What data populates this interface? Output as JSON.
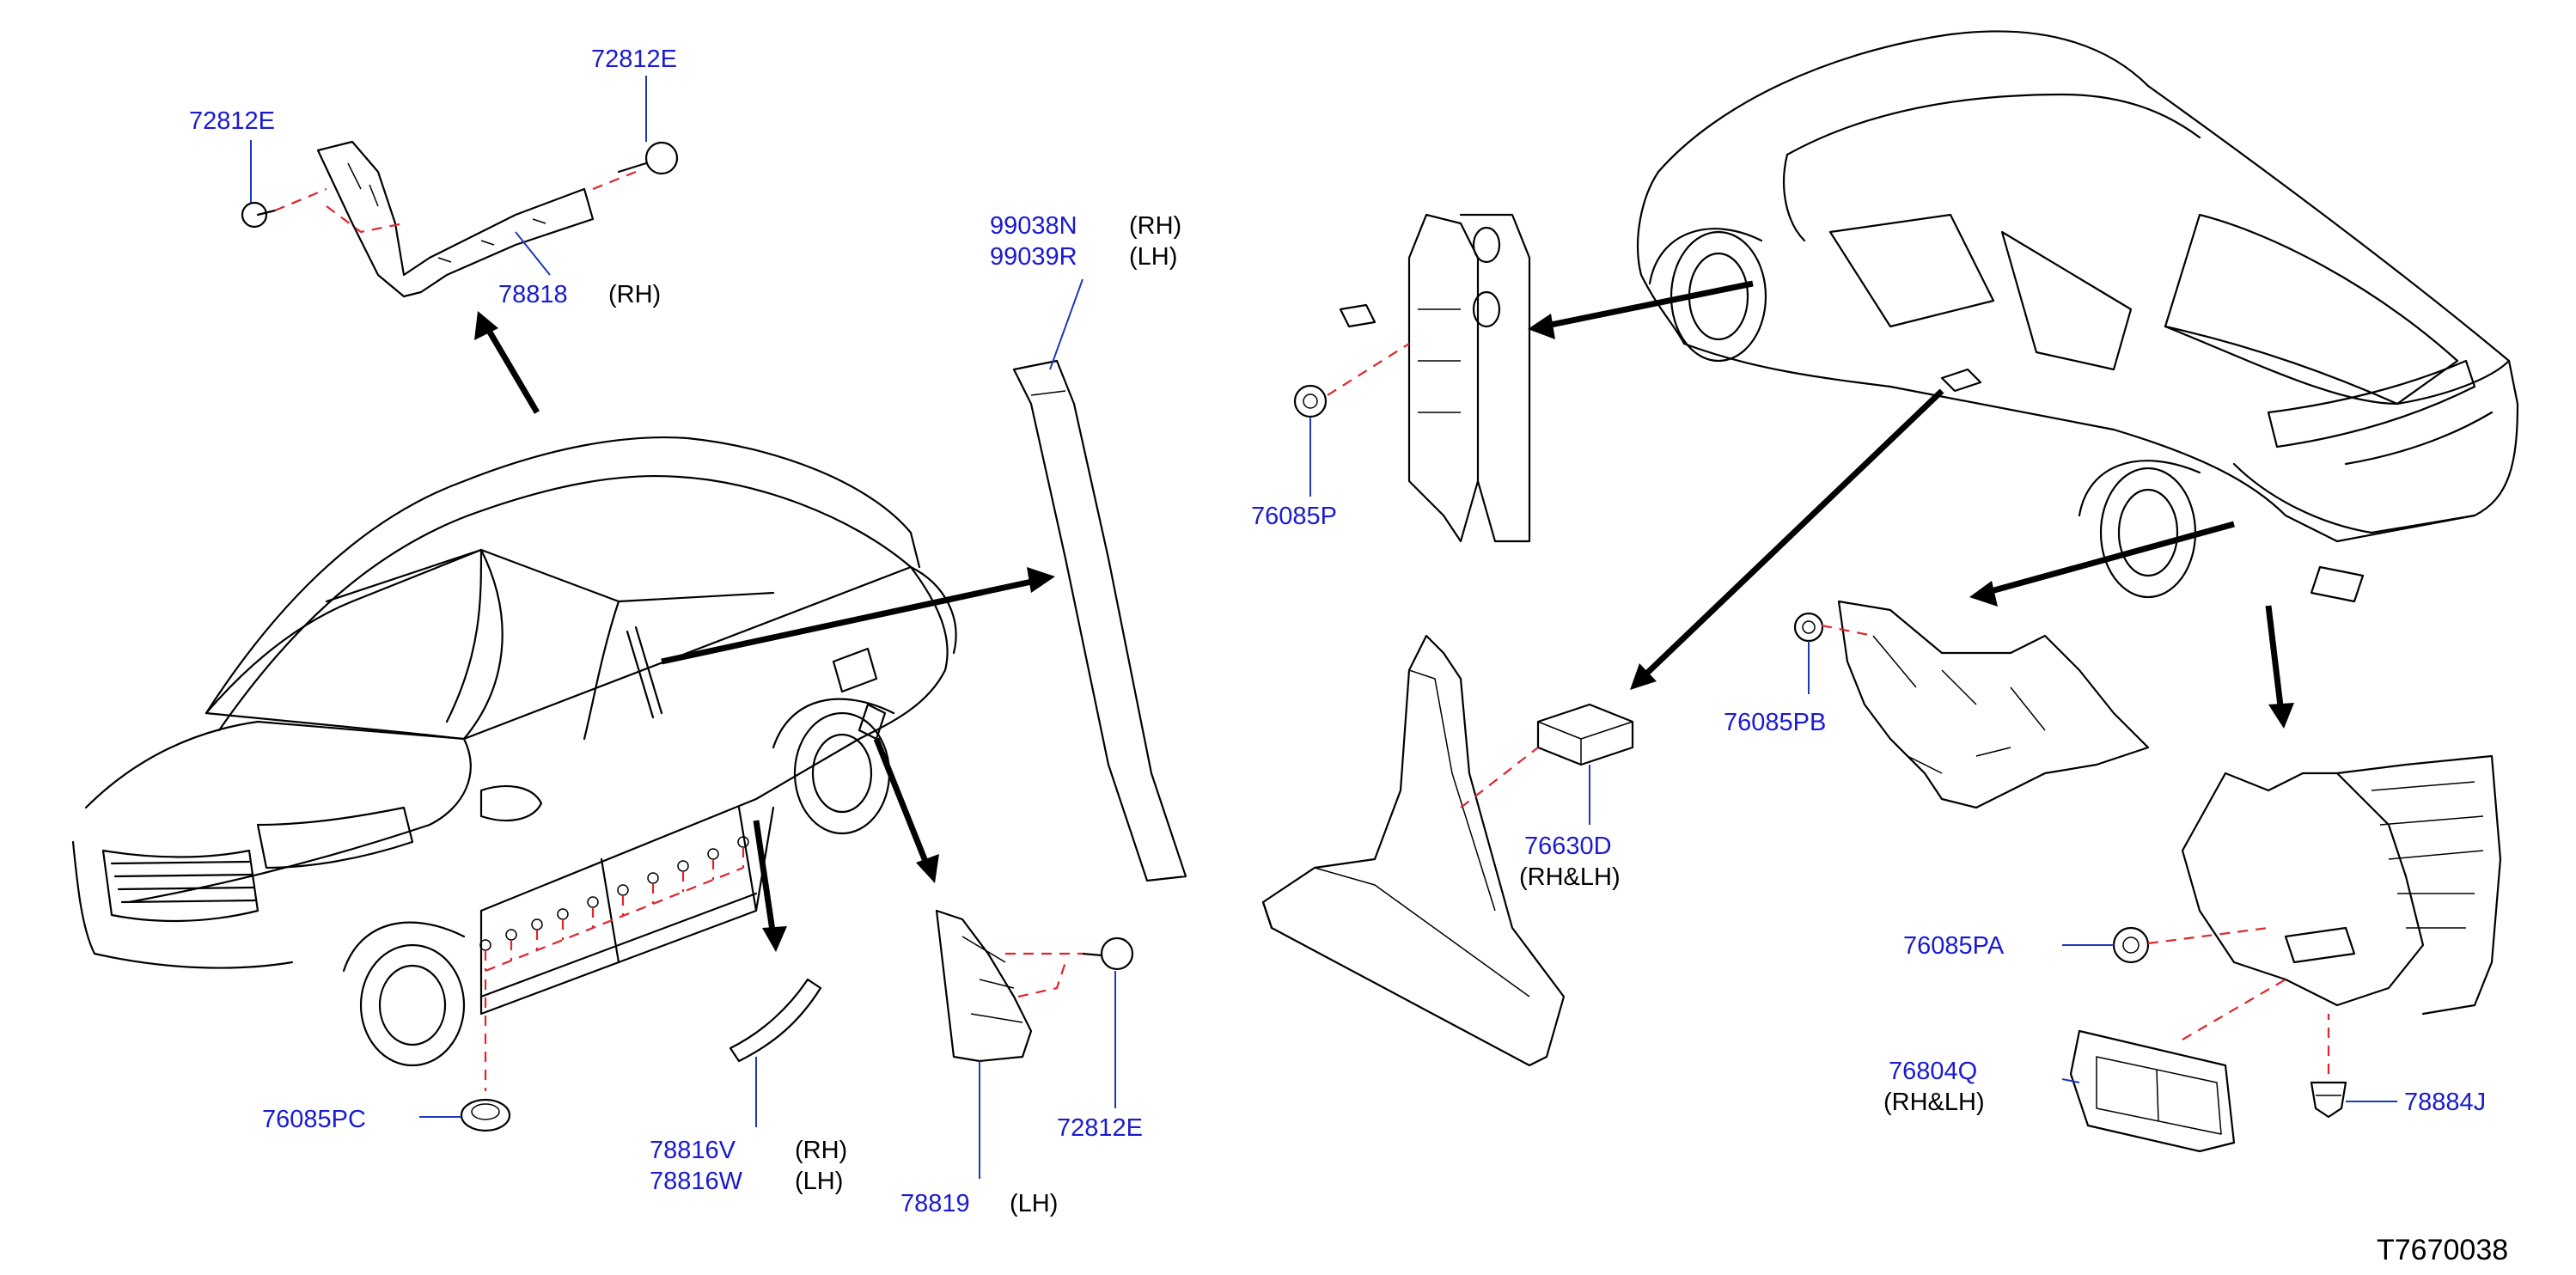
{
  "diagram_code": "T7670038",
  "colors": {
    "part_number": "#1a1ad0",
    "callout_line": "#1c3ab8",
    "dashed_guide": "#e0242a",
    "linework": "#000000"
  },
  "callouts": [
    {
      "part": "72812E",
      "side": ""
    },
    {
      "part": "72812E",
      "side": ""
    },
    {
      "part": "78818",
      "side": "(RH)"
    },
    {
      "part": "99038N",
      "side": "(RH)"
    },
    {
      "part": "99039R",
      "side": "(LH)"
    },
    {
      "part": "76085P",
      "side": ""
    },
    {
      "part": "76630D",
      "side": "(RH&LH)"
    },
    {
      "part": "76085PB",
      "side": ""
    },
    {
      "part": "76085PA",
      "side": ""
    },
    {
      "part": "76804Q",
      "side": "(RH&LH)"
    },
    {
      "part": "78884J",
      "side": ""
    },
    {
      "part": "76085PC",
      "side": ""
    },
    {
      "part": "78816V",
      "side": "(RH)"
    },
    {
      "part": "78816W",
      "side": "(LH)"
    },
    {
      "part": "78819",
      "side": "(LH)"
    },
    {
      "part": "72812E",
      "side": ""
    }
  ]
}
